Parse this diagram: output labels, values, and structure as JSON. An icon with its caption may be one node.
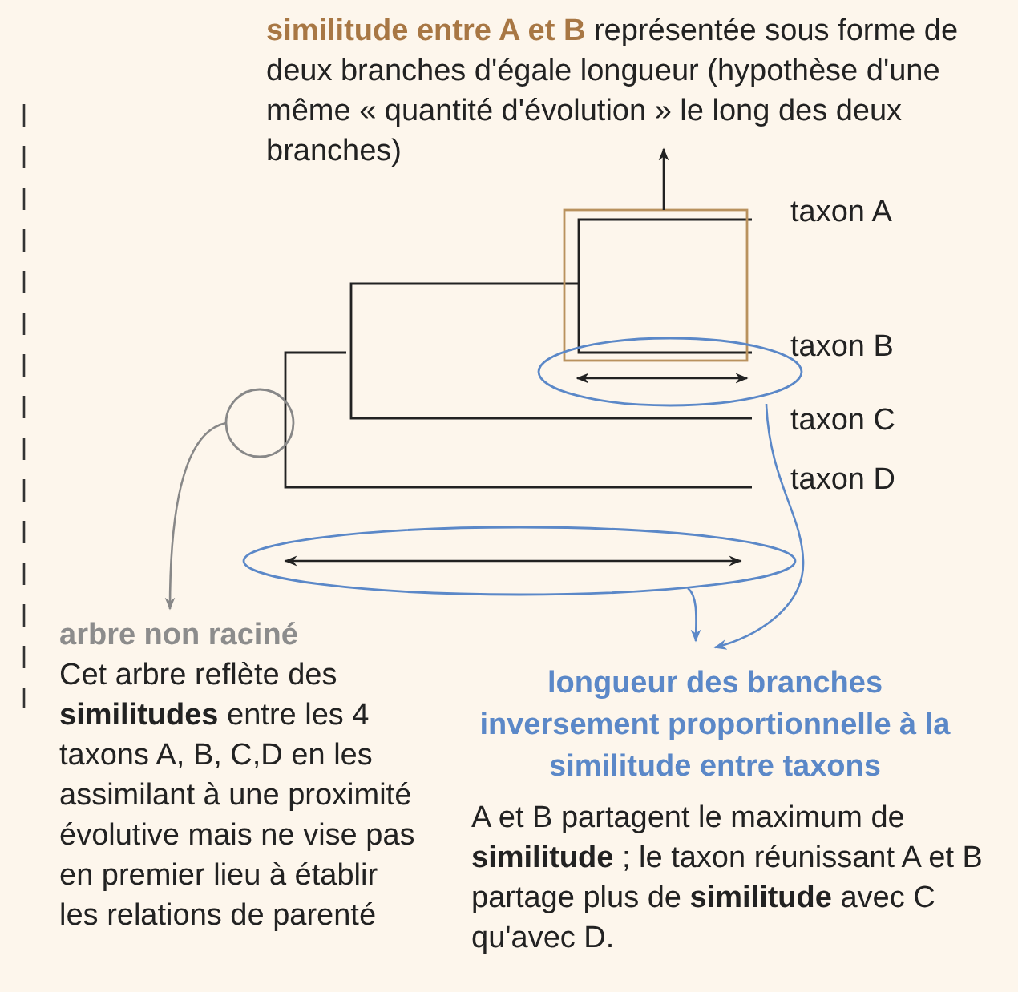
{
  "diagram": {
    "nodes": [
      {
        "text": [
          "**similitude entre A et B** représentée sous forme de deux branches d'égale longueur (hypothèse d'une même « quantité d'évolution »  le long des deux branches)"
        ]
      },
      {
        "text": [],
        "shape": "box"
      },
      {
        "text": [],
        "shape": "circle"
      },
      {
        "text": [],
        "shape": "ellipse"
      },
      {
        "text": [],
        "shape": "ellipse"
      },
      {
        "text": [
          "arbre non raciné",
          "Cet arbre reflète des **similitudes** entre les 4 taxons A, B, C,D en les assimilant à une proximité évolutive mais ne vise pas en premier lieu à établir les relations de parenté"
        ]
      },
      {
        "text": [
          "longueur des branches inversement proportionnelle à la similitude entre taxons",
          "A et B partagent le maximum de **similitude** ; le taxon réunissant A et B  partage plus de **similitude** avec C qu'avec D."
        ]
      }
    ],
    "edges": [
      {
        "from": 1,
        "to": 0,
        "arrow": "to",
        "color": "#222222"
      },
      {
        "from": 2,
        "to": 5,
        "arrow": "to",
        "color": "#888888"
      },
      {
        "from": 3,
        "to": 6,
        "arrow": "to",
        "color": "#5b88c8"
      },
      {
        "from": 4,
        "to": 6,
        "arrow": "to",
        "color": "#5b88c8"
      }
    ],
    "labels": [
      "taxon A",
      "taxon B",
      "taxon C",
      "taxon D"
    ]
  }
}
